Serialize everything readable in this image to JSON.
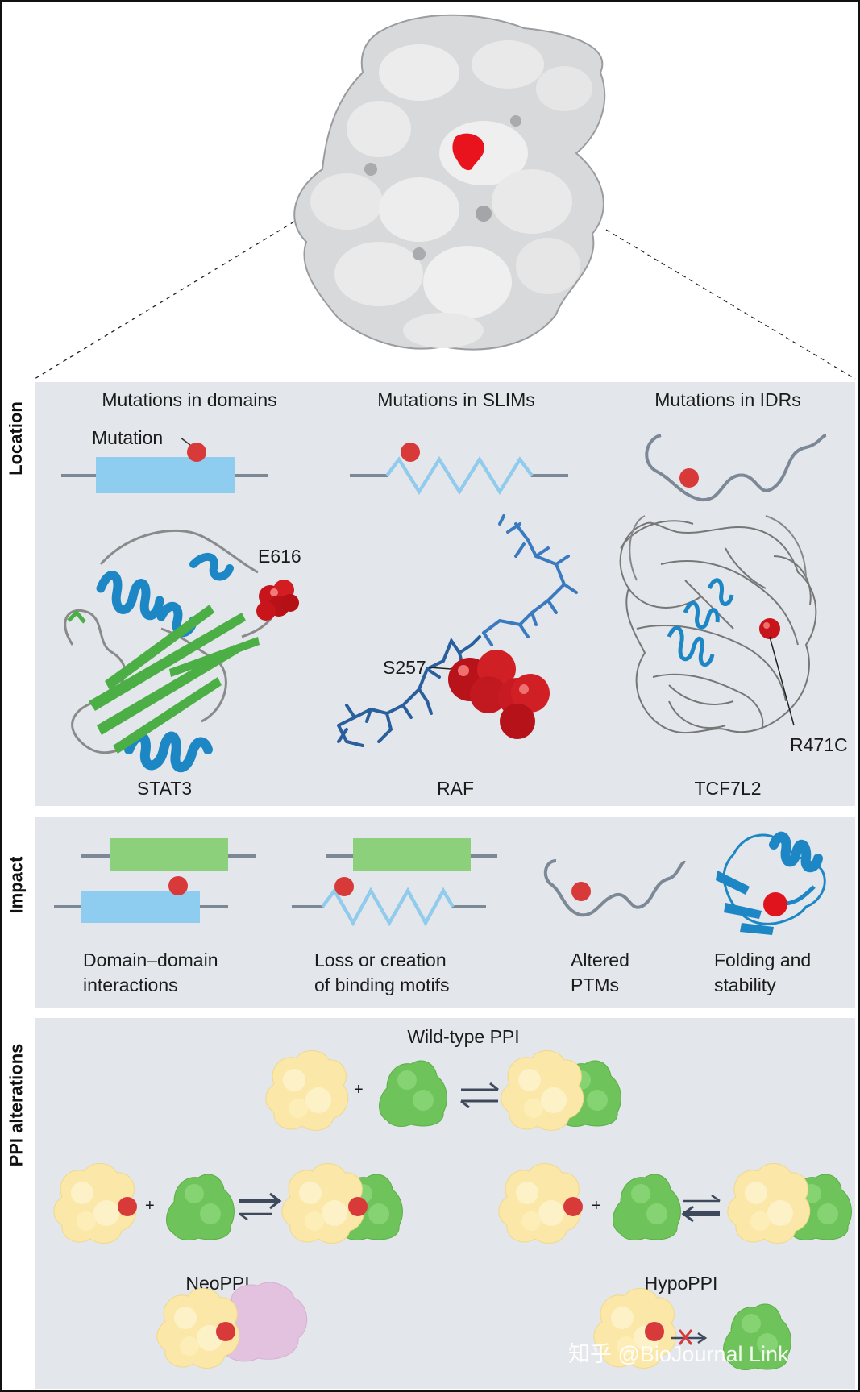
{
  "sections": {
    "location": "Location",
    "impact": "Impact",
    "ppi": "PPI alterations"
  },
  "location": {
    "domains_title": "Mutations in domains",
    "slims_title": "Mutations in SLIMs",
    "idrs_title": "Mutations in IDRs",
    "mutation_label": "Mutation",
    "e616": "E616",
    "s257": "S257",
    "r471c": "R471C",
    "stat3": "STAT3",
    "raf": "RAF",
    "tcf7l2": "TCF7L2"
  },
  "impact": {
    "domain_line1": "Domain–domain",
    "domain_line2": "interactions",
    "motif_line1": "Loss or creation",
    "motif_line2": "of binding motifs",
    "ptm_line1": "Altered",
    "ptm_line2": "PTMs",
    "fold_line1": "Folding and",
    "fold_line2": "stability"
  },
  "ppi": {
    "wildtype": "Wild-type PPI",
    "neo": "NeoPPI",
    "hypo": "HypoPPI",
    "plus": "+"
  },
  "watermark": "知乎 @BioJournal Link",
  "colors": {
    "panel": "#e3e6ea",
    "domain_blue": "#8ecdf0",
    "partner_green": "#8cd07c",
    "mutation_red": "#d83a3a",
    "yellow_protein": "#fbe7a8",
    "green_protein": "#6fc35b",
    "pink_protein": "#e3c2e0",
    "ribbon_blue": "#1d87c6",
    "sheet_green": "#4caf46",
    "gray_line": "#7d8897"
  }
}
